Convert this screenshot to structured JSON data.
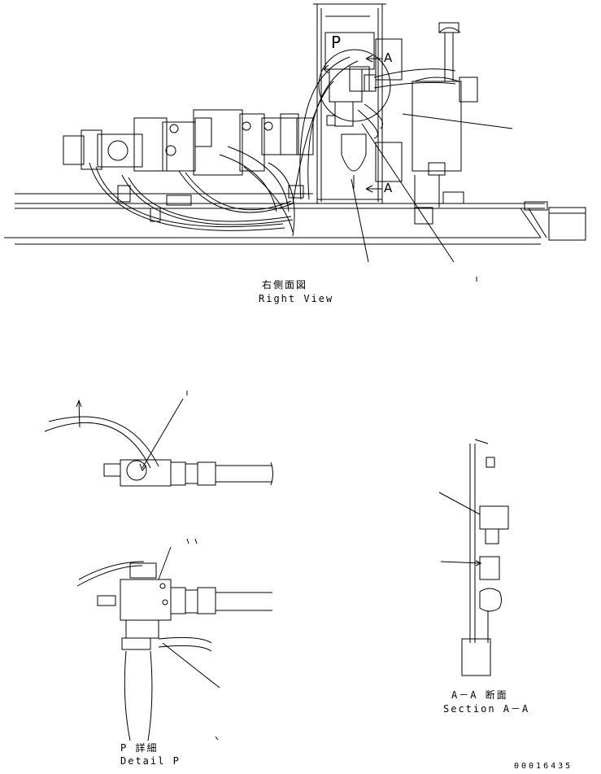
{
  "views": {
    "right": {
      "title_jp": "右側面図",
      "title_en": "Right View"
    },
    "detail": {
      "title_jp": "P 詳細",
      "title_en": "Detail P"
    },
    "section": {
      "title_jp": "A－A 断面",
      "title_en": "Section A－A"
    }
  },
  "callouts": {
    "p_mark": "P",
    "a_top": "A",
    "a_bottom": "A"
  },
  "drawing_number": "00016435"
}
